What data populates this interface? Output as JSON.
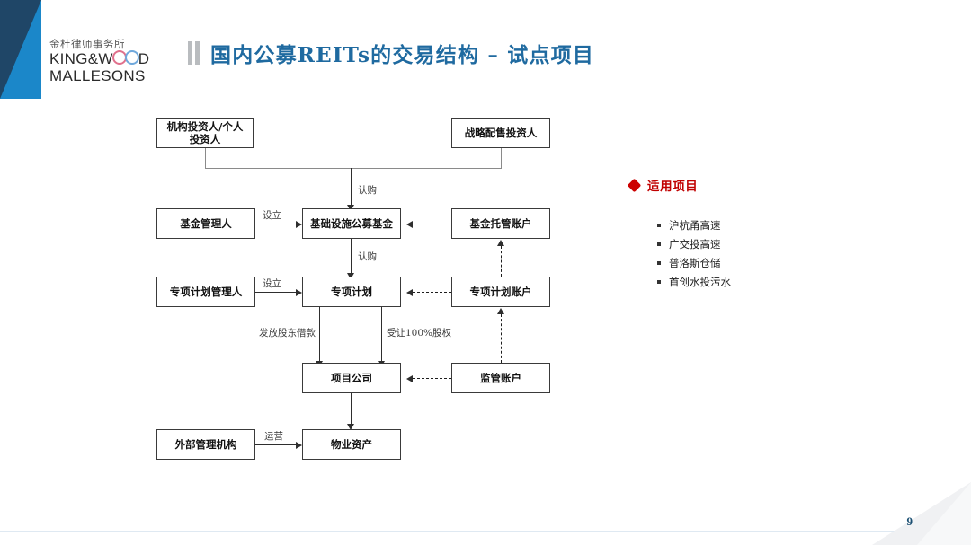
{
  "slide": {
    "title": "国内公募REITs的交易结构 – 试点项目",
    "page_number": "9",
    "accent_title_color": "#1f6aa0",
    "accent_red": "#c00000",
    "corner_blue_light": "#1b87c9",
    "corner_blue_dark": "#1f4667"
  },
  "logo": {
    "cn": "金杜律师事务所",
    "en_line1_a": "KING&W",
    "en_line1_b": "D",
    "en_line2": "MALLESONS"
  },
  "diagram": {
    "nodes": {
      "institutional_investors": "机构投资人/个人\n投资人",
      "institutional_investors_l1": "机构投资人/个人",
      "institutional_investors_l2": "投资人",
      "strategic_investors": "战略配售投资人",
      "fund_manager": "基金管理人",
      "public_fund": "基础设施公募基金",
      "fund_custody_account": "基金托管账户",
      "abs_manager": "专项计划管理人",
      "abs_plan": "专项计划",
      "abs_plan_account": "专项计划账户",
      "project_company": "项目公司",
      "supervision_account": "监管账户",
      "external_manager": "外部管理机构",
      "property_asset": "物业资产"
    },
    "edge_labels": {
      "subscribe_fund": "认购",
      "establish_fund": "设立",
      "subscribe_abs": "认购",
      "establish_abs": "设立",
      "shareholder_loan": "发放股东借款",
      "equity_transfer": "受让100%股权",
      "operation": "运营"
    }
  },
  "panel": {
    "heading": "适用项目",
    "items": [
      "沪杭甬高速",
      "广交投高速",
      "普洛斯仓储",
      "首创水投污水"
    ]
  }
}
